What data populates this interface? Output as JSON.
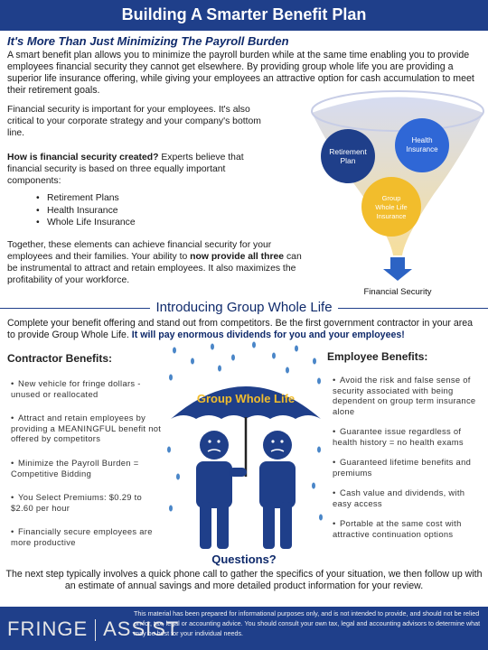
{
  "header": {
    "title": "Building A Smarter Benefit Plan"
  },
  "subtitle": "It's More Than Just Minimizing The Payroll Burden",
  "intro": "A smart benefit plan allows you to minimize the payroll burden while at the same time enabling you to provide employees financial security they cannot get elsewhere. By providing group whole life you are providing a superior life insurance offering, while giving your employees an attractive option for cash accumulation to meet their retirement goals.",
  "security": {
    "paragraph": "Financial security is important for your employees. It's also critical to your corporate strategy and your company's bottom line.",
    "question_bold": "How is financial security created?",
    "question_rest": " Experts believe that financial security is based on three equally important components:",
    "components": [
      "Retirement Plans",
      "Health Insurance",
      "Whole Life Insurance"
    ],
    "together_1": "Together, these elements can achieve financial security for your employees and their families. Your ability to ",
    "together_bold_1": "now provide all three",
    "together_2": " can be instrumental to attract and retain employees. It also maximizes the profitability of your workforce."
  },
  "funnel": {
    "retirement": "Retirement Plan",
    "health": "Health Insurance",
    "group": "Group Whole Life Insurance",
    "result": "Financial Security",
    "colors": {
      "funnel_top": "#cfd6ef",
      "funnel_bottom": "#f5d98a",
      "retirement": "#1f3f8a",
      "health": "#2f67d6",
      "group": "#f2bd2c",
      "arrow": "#2c63c4"
    }
  },
  "group_life": {
    "title": "Introducing Group Whole Life",
    "intro": "Complete your benefit offering and stand out from competitors. Be the first government contractor in your area to provide Group Whole Life. ",
    "intro_bold": "It will pay enormous dividends for you and your employees!"
  },
  "contractor": {
    "heading": "Contractor Benefits:",
    "items": [
      "New vehicle for fringe dollars - unused or reallocated",
      "Attract and retain employees by providing a MEANINGFUL benefit not offered by competitors",
      "Minimize the Payroll Burden = Competitive Bidding",
      "You Select Premiums: $0.29 to $2.60 per hour",
      "Financially secure employees are more productive"
    ]
  },
  "employee": {
    "heading": "Employee Benefits:",
    "items": [
      "Avoid the risk and false sense of security associated with being dependent on group term insurance alone",
      "Guarantee issue regardless of health history = no health exams",
      "Guaranteed lifetime benefits and premiums",
      "Cash value and dividends, with easy access",
      "Portable at the same cost with attractive continuation options"
    ]
  },
  "umbrella": {
    "label": "Group Whole Life"
  },
  "questions": {
    "title": "Questions?",
    "text": "The next step typically involves a quick phone call to gather the specifics of your situation, we then follow up with an estimate of annual savings and more detailed product information for your review."
  },
  "footer": {
    "logo_left": "FRINGE",
    "logo_right": "ASSIST",
    "disclaimer": "This material has been prepared for informational purposes only, and is not intended to provide, and should not be relied on for, tax, legal or accounting advice. You should consult your own tax, legal and accounting advisors to determine what may be best for your individual needs."
  }
}
